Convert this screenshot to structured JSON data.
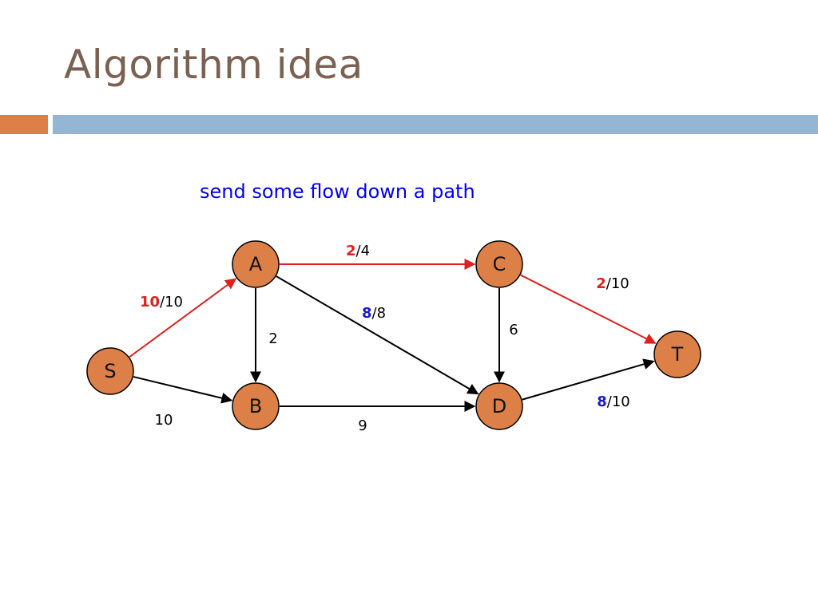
{
  "slide": {
    "title": "Algorithm idea",
    "subtitle": "send some flow down a path"
  },
  "colors": {
    "title": "#7a6152",
    "accent_orange": "#dd8047",
    "accent_blue": "#94b6d2",
    "node_fill": "#dd8047",
    "flow_edge": "#e02020",
    "flow_red_text": "#e02020",
    "flow_blue_text": "#1a1acc",
    "subtitle": "#0000ee"
  },
  "graph": {
    "nodes": [
      {
        "id": "S",
        "label": "S"
      },
      {
        "id": "A",
        "label": "A"
      },
      {
        "id": "B",
        "label": "B"
      },
      {
        "id": "C",
        "label": "C"
      },
      {
        "id": "D",
        "label": "D"
      },
      {
        "id": "T",
        "label": "T"
      }
    ],
    "edges": [
      {
        "from": "S",
        "to": "A",
        "flow": "10",
        "capacity": "10",
        "highlight": true,
        "flow_color": "red"
      },
      {
        "from": "S",
        "to": "B",
        "flow": "",
        "capacity": "10",
        "highlight": false
      },
      {
        "from": "A",
        "to": "C",
        "flow": "2",
        "capacity": "4",
        "highlight": true,
        "flow_color": "red"
      },
      {
        "from": "A",
        "to": "B",
        "flow": "",
        "capacity": "2",
        "highlight": false
      },
      {
        "from": "A",
        "to": "D",
        "flow": "8",
        "capacity": "8",
        "highlight": false,
        "flow_color": "blue"
      },
      {
        "from": "C",
        "to": "D",
        "flow": "",
        "capacity": "6",
        "highlight": false
      },
      {
        "from": "C",
        "to": "T",
        "flow": "2",
        "capacity": "10",
        "highlight": true,
        "flow_color": "red"
      },
      {
        "from": "B",
        "to": "D",
        "flow": "",
        "capacity": "9",
        "highlight": false
      },
      {
        "from": "D",
        "to": "T",
        "flow": "8",
        "capacity": "10",
        "highlight": false,
        "flow_color": "blue"
      }
    ]
  }
}
